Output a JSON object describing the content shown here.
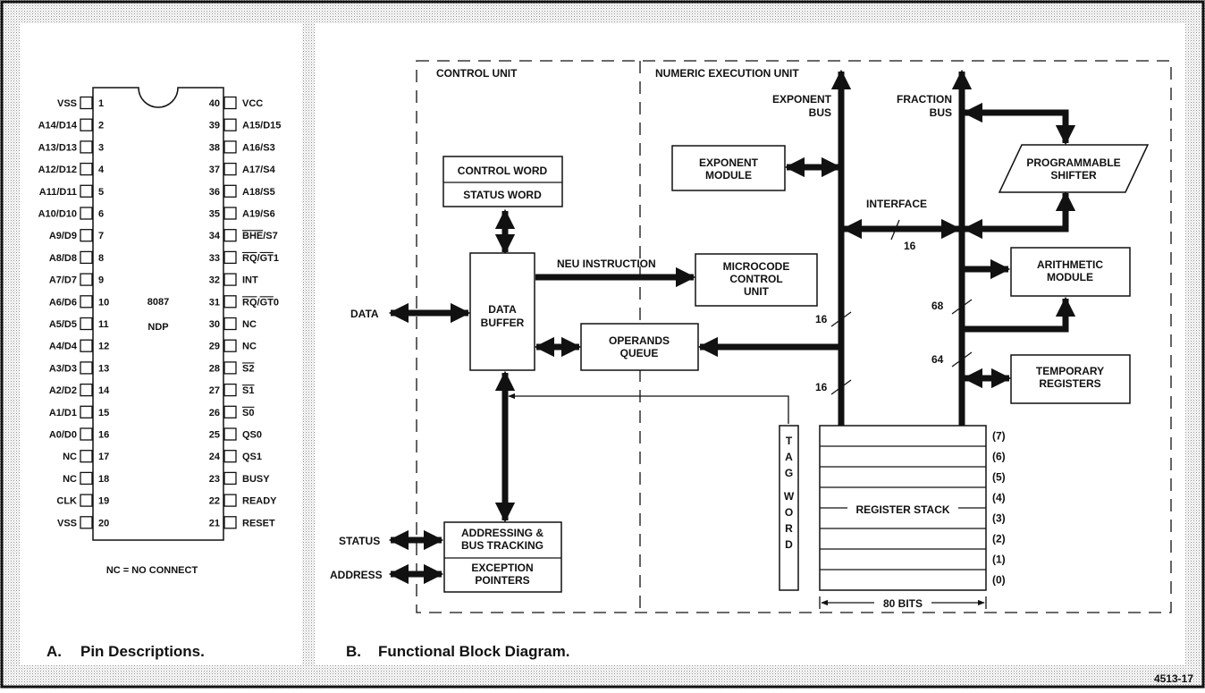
{
  "pin_panel": {
    "chip_name": "8087",
    "chip_sub": "NDP",
    "left_pins": [
      {
        "num": "1",
        "name": "VSS"
      },
      {
        "num": "2",
        "name": "A14/D14"
      },
      {
        "num": "3",
        "name": "A13/D13"
      },
      {
        "num": "4",
        "name": "A12/D12"
      },
      {
        "num": "5",
        "name": "A11/D11"
      },
      {
        "num": "6",
        "name": "A10/D10"
      },
      {
        "num": "7",
        "name": "A9/D9"
      },
      {
        "num": "8",
        "name": "A8/D8"
      },
      {
        "num": "9",
        "name": "A7/D7"
      },
      {
        "num": "10",
        "name": "A6/D6"
      },
      {
        "num": "11",
        "name": "A5/D5"
      },
      {
        "num": "12",
        "name": "A4/D4"
      },
      {
        "num": "13",
        "name": "A3/D3"
      },
      {
        "num": "14",
        "name": "A2/D2"
      },
      {
        "num": "15",
        "name": "A1/D1"
      },
      {
        "num": "16",
        "name": "A0/D0"
      },
      {
        "num": "17",
        "name": "NC"
      },
      {
        "num": "18",
        "name": "NC"
      },
      {
        "num": "19",
        "name": "CLK"
      },
      {
        "num": "20",
        "name": "VSS"
      }
    ],
    "right_pins": [
      {
        "num": "40",
        "name": "VCC"
      },
      {
        "num": "39",
        "name": "A15/D15"
      },
      {
        "num": "38",
        "name": "A16/S3"
      },
      {
        "num": "37",
        "name": "A17/S4"
      },
      {
        "num": "36",
        "name": "A18/S5"
      },
      {
        "num": "35",
        "name": "A19/S6"
      },
      {
        "num": "34",
        "name": "BHE/S7"
      },
      {
        "num": "33",
        "name": "RQ/GT1"
      },
      {
        "num": "32",
        "name": "INT"
      },
      {
        "num": "31",
        "name": "RQ/GT0"
      },
      {
        "num": "30",
        "name": "NC"
      },
      {
        "num": "29",
        "name": "NC"
      },
      {
        "num": "28",
        "name": "S2"
      },
      {
        "num": "27",
        "name": "S1"
      },
      {
        "num": "26",
        "name": "S0"
      },
      {
        "num": "25",
        "name": "QS0"
      },
      {
        "num": "24",
        "name": "QS1"
      },
      {
        "num": "23",
        "name": "BUSY"
      },
      {
        "num": "22",
        "name": "READY"
      },
      {
        "num": "21",
        "name": "RESET"
      }
    ],
    "note": "NC = NO CONNECT",
    "caption_letter": "A.",
    "caption": "Pin Descriptions."
  },
  "block_diagram": {
    "control_unit": "CONTROL UNIT",
    "numeric_unit": "NUMERIC EXECUTION UNIT",
    "exponent_bus": [
      "EXPONENT",
      "BUS"
    ],
    "fraction_bus": [
      "FRACTION",
      "BUS"
    ],
    "control_word": "CONTROL WORD",
    "status_word": "STATUS WORD",
    "exponent_module": [
      "EXPONENT",
      "MODULE"
    ],
    "programmable_shifter": [
      "PROGRAMMABLE",
      "SHIFTER"
    ],
    "interface": "INTERFACE",
    "interface_width": "16",
    "neu_instruction": "NEU INSTRUCTION",
    "microcode": [
      "MICROCODE",
      "CONTROL",
      "UNIT"
    ],
    "data_buffer": [
      "DATA",
      "BUFFER"
    ],
    "data": "DATA",
    "arithmetic_module": [
      "ARITHMETIC",
      "MODULE"
    ],
    "operands_queue": [
      "OPERANDS",
      "QUEUE"
    ],
    "temporary_registers": [
      "TEMPORARY",
      "REGISTERS"
    ],
    "width_16_upper": "16",
    "width_16_lower": "16",
    "width_68": "68",
    "width_64": "64",
    "tag_word": [
      "T",
      "A",
      "G",
      "W",
      "O",
      "R",
      "D"
    ],
    "register_stack": "REGISTER STACK",
    "stack_indices": [
      "(7)",
      "(6)",
      "(5)",
      "(4)",
      "(3)",
      "(2)",
      "(1)",
      "(0)"
    ],
    "width_80": "80 BITS",
    "status": "STATUS",
    "address": "ADDRESS",
    "addressing": [
      "ADDRESSING &",
      "BUS TRACKING"
    ],
    "exception": [
      "EXCEPTION",
      "POINTERS"
    ],
    "caption_letter": "B.",
    "caption": "Functional Block Diagram."
  },
  "figure_id": "4513-17"
}
